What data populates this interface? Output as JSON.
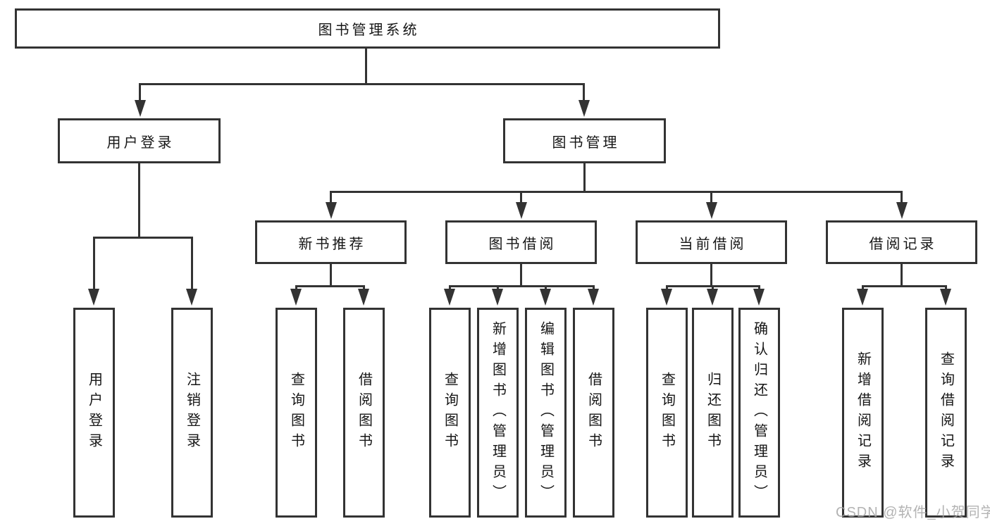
{
  "tree": {
    "root": {
      "label": "图书管理系统"
    },
    "branches": [
      {
        "label": "用户登录",
        "children": [
          {
            "label": "用户登录"
          },
          {
            "label": "注销登录"
          }
        ]
      },
      {
        "label": "图书管理",
        "children": [
          {
            "label": "新书推荐",
            "children": [
              {
                "label": "查询图书"
              },
              {
                "label": "借阅图书"
              }
            ]
          },
          {
            "label": "图书借阅",
            "children": [
              {
                "label": "查询图书"
              },
              {
                "label": "新增图书（管理员）"
              },
              {
                "label": "编辑图书（管理员）"
              },
              {
                "label": "借阅图书"
              }
            ]
          },
          {
            "label": "当前借阅",
            "children": [
              {
                "label": "查询图书"
              },
              {
                "label": "归还图书"
              },
              {
                "label": "确认归还（管理员）"
              }
            ]
          },
          {
            "label": "借阅记录",
            "children": [
              {
                "label": "新增借阅记录"
              },
              {
                "label": "查询借阅记录"
              }
            ]
          }
        ]
      }
    ]
  },
  "watermark": "CSDN @软件_小贺同学",
  "colors": {
    "line": "#333333",
    "text": "#161616",
    "watermark": "#a6a6a6",
    "background": "#ffffff"
  }
}
